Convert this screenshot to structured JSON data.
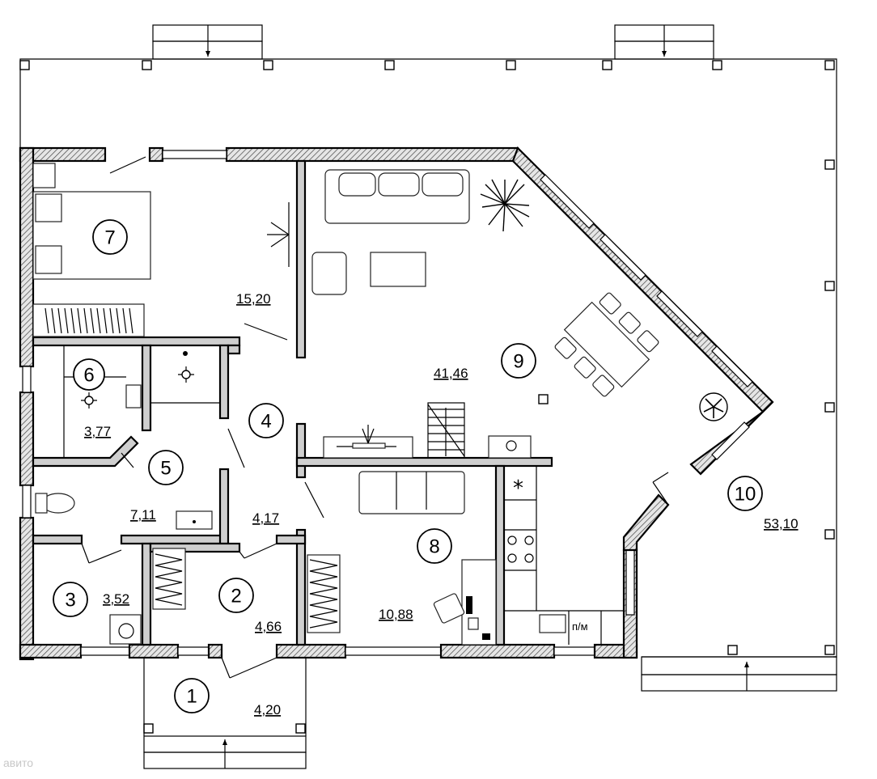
{
  "rooms": [
    {
      "number": "1",
      "area": "4,20"
    },
    {
      "number": "2",
      "area": "4,66"
    },
    {
      "number": "3",
      "area": "3,52"
    },
    {
      "number": "4",
      "area": "4,17"
    },
    {
      "number": "5",
      "area": "7,11"
    },
    {
      "number": "6",
      "area": "3,77"
    },
    {
      "number": "7",
      "area": "15,20"
    },
    {
      "number": "8",
      "area": "10,88"
    },
    {
      "number": "9",
      "area": "41,46"
    },
    {
      "number": "10",
      "area": "53,10"
    }
  ],
  "labels": {
    "pm": "п/м",
    "star": "*"
  },
  "watermark": "авито"
}
